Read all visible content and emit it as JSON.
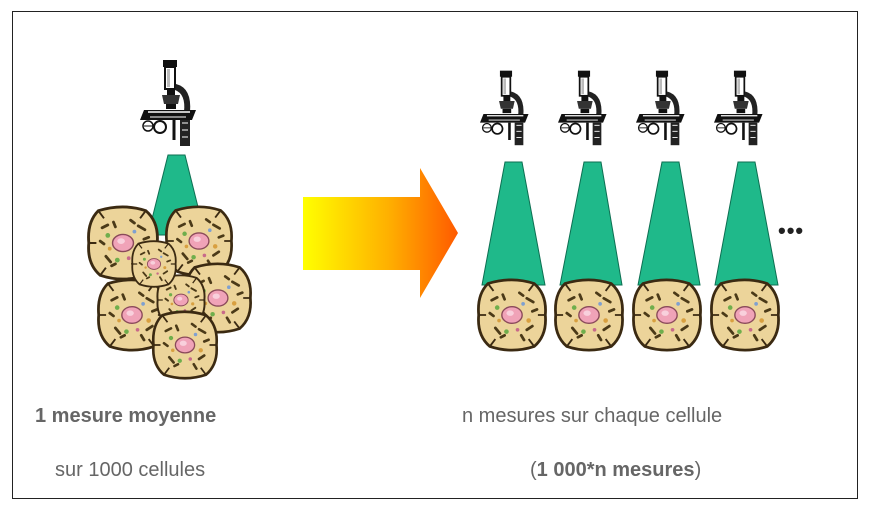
{
  "left": {
    "line1": "1 mesure moyenne",
    "line2": "sur 1000 cellules"
  },
  "right": {
    "line1": "n mesures sur chaque cellule",
    "line2_open": "(",
    "line2_bold": "1 000*n mesures",
    "line2_close": ")"
  },
  "ellipsis": "•••",
  "colors": {
    "beam": "#1fb98a",
    "arrow_start": "#ffff00",
    "arrow_end": "#ff5a00",
    "cell_fill": "#ecd49a",
    "nucleus": "#f0a3b8",
    "text": "#666666"
  },
  "icons": [
    "microscope-icon",
    "cell-icon",
    "arrow-right-icon"
  ]
}
